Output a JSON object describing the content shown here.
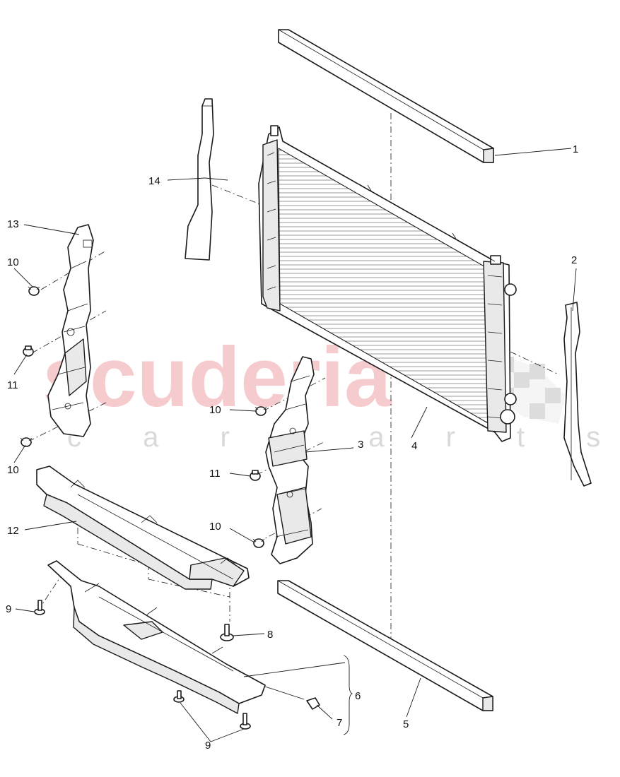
{
  "watermark": {
    "brand": "scuderia",
    "tagline": "c a r p a r t s",
    "brand_color": "#f2b9bd",
    "flag_color": "#d9d9d9"
  },
  "callouts": {
    "n1": "1",
    "n2": "2",
    "n3": "3",
    "n4": "4",
    "n5": "5",
    "n6": "6",
    "n7": "7",
    "n8": "8",
    "n9a": "9",
    "n9b": "9",
    "n10a": "10",
    "n10b": "10",
    "n10c": "10",
    "n10d": "10",
    "n11a": "11",
    "n11b": "11",
    "n12": "12",
    "n13": "13",
    "n14": "14"
  }
}
